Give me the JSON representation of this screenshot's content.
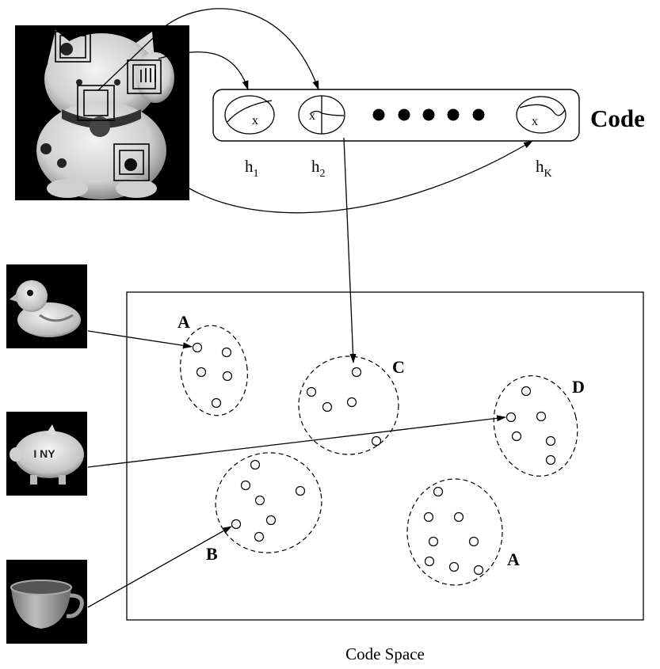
{
  "code_block": {
    "title": "Code",
    "dot_count": 5,
    "slots": [
      {
        "base": "h",
        "sub": "1",
        "mark": "x"
      },
      {
        "base": "h",
        "sub": "2",
        "mark": "x"
      },
      {
        "base": "h",
        "sub": "K",
        "mark": "x"
      }
    ]
  },
  "code_space": {
    "caption": "Code Space",
    "clusters": [
      {
        "label": "A"
      },
      {
        "label": "C"
      },
      {
        "label": "D"
      },
      {
        "label": "B"
      },
      {
        "label": "A"
      }
    ]
  },
  "images": [
    {
      "subject": "lucky-cat",
      "icon": "lucky-cat-icon"
    },
    {
      "subject": "rubber-duck",
      "icon": "rubber-duck-icon"
    },
    {
      "subject": "piggy-bank",
      "icon": "piggy-bank-icon",
      "text": "I NY"
    },
    {
      "subject": "teacup",
      "icon": "teacup-icon"
    }
  ],
  "colors": {
    "ink": "#000000",
    "photo_bg": "#000000",
    "paper": "#ffffff"
  }
}
